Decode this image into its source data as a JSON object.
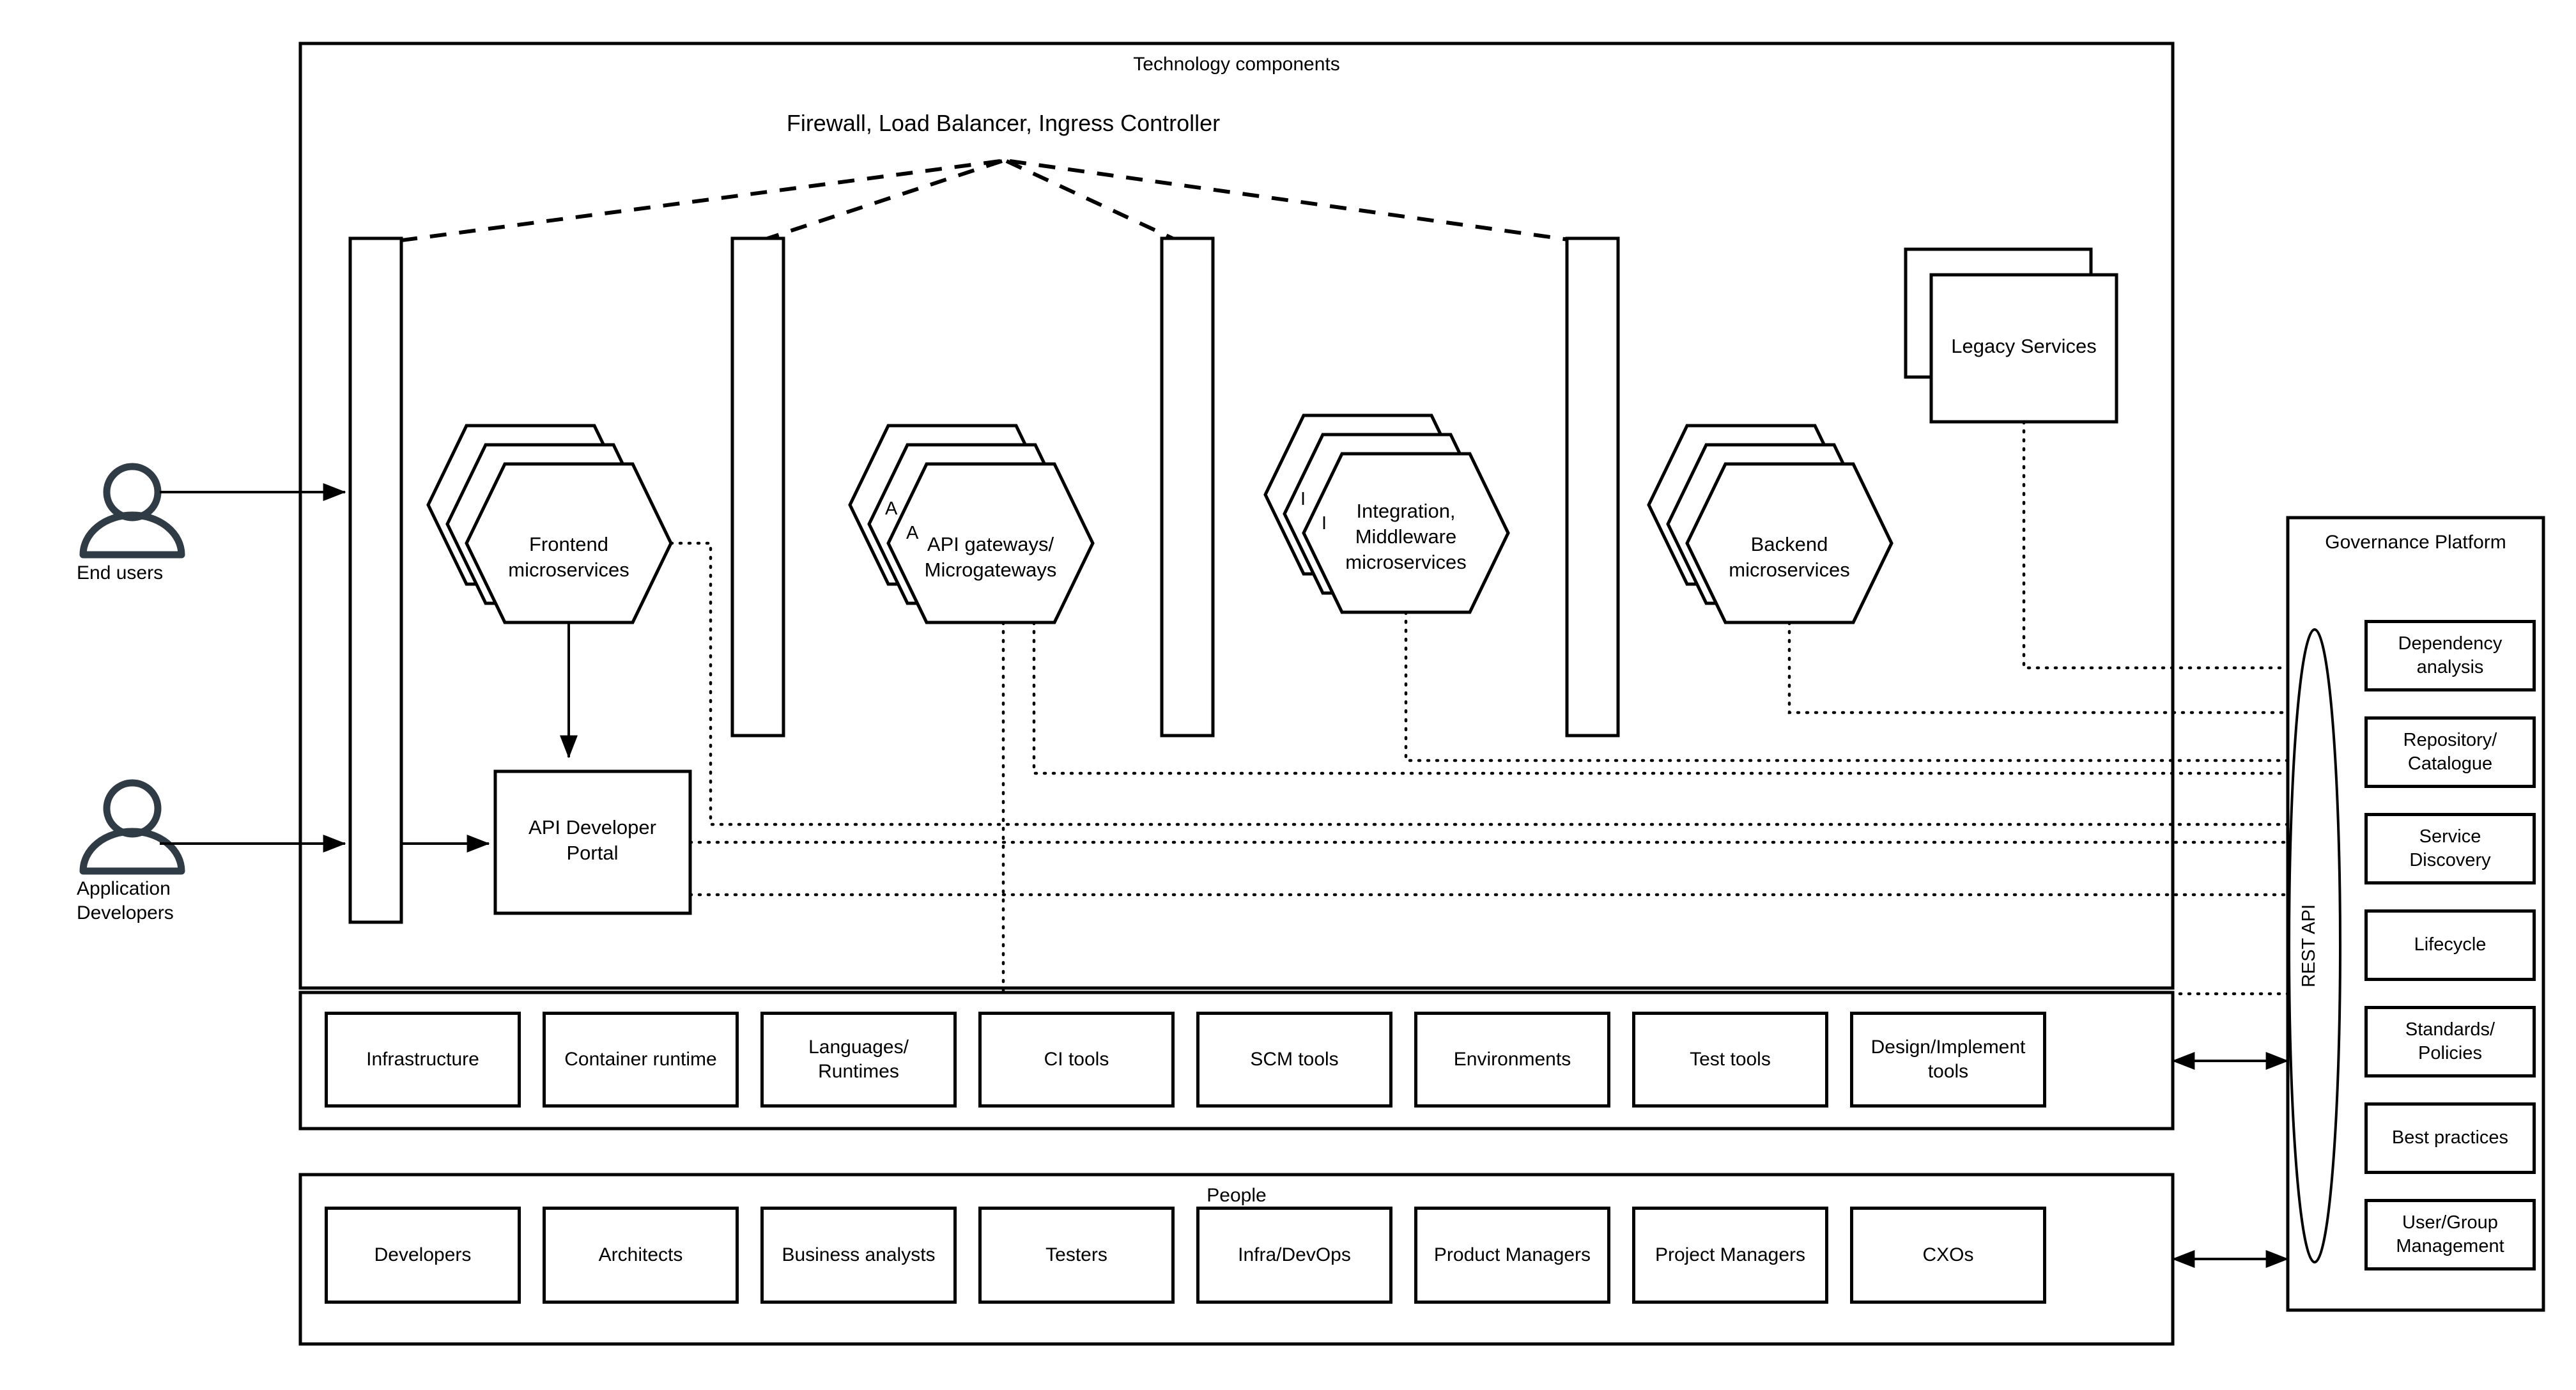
{
  "diagram": {
    "title": "Technology components",
    "ingress_label": "Firewall, Load Balancer, Ingress Controller"
  },
  "actors": [
    {
      "id": "end-users",
      "label": "End users"
    },
    {
      "id": "application-developers",
      "label_line1": "Application",
      "label_line2": "Developers"
    }
  ],
  "services": {
    "frontend": {
      "line1": "Frontend",
      "line2": "microservices"
    },
    "gateways": {
      "line1": "API gateways/",
      "line2": "Microgateways"
    },
    "integration": {
      "line1": "Integration,",
      "line2": "Middleware",
      "line3": "microservices"
    },
    "backend": {
      "line1": "Backend",
      "line2": "microservices"
    },
    "legacy": {
      "line1": "Legacy Services"
    },
    "portal": {
      "line1": "API Developer",
      "line2": "Portal"
    }
  },
  "technology_band": {
    "items": [
      {
        "line1": "Infrastructure"
      },
      {
        "line1": "Container runtime"
      },
      {
        "line1": "Languages/",
        "line2": "Runtimes"
      },
      {
        "line1": "CI tools"
      },
      {
        "line1": "SCM tools"
      },
      {
        "line1": "Environments"
      },
      {
        "line1": "Test tools"
      },
      {
        "line1": "Design/Implement",
        "line2": "tools"
      }
    ]
  },
  "people_band": {
    "title": "People",
    "items": [
      {
        "line1": "Developers"
      },
      {
        "line1": "Architects"
      },
      {
        "line1": "Business analysts"
      },
      {
        "line1": "Testers"
      },
      {
        "line1": "Infra/DevOps"
      },
      {
        "line1": "Product Managers"
      },
      {
        "line1": "Project Managers"
      },
      {
        "line1": "CXOs"
      }
    ]
  },
  "governance": {
    "title": "Governance Platform",
    "api_label": "REST API",
    "items": [
      {
        "line1": "Dependency",
        "line2": "analysis"
      },
      {
        "line1": "Repository/",
        "line2": "Catalogue"
      },
      {
        "line1": "Service",
        "line2": "Discovery"
      },
      {
        "line1": "Lifecycle"
      },
      {
        "line1": "Standards/",
        "line2": "Policies"
      },
      {
        "line1": "Best practices"
      },
      {
        "line1": "User/Group",
        "line2": "Management"
      }
    ]
  },
  "colors": {
    "stroke": "#000000",
    "actor": "#2F3B45",
    "background": "#FFFFFF"
  }
}
